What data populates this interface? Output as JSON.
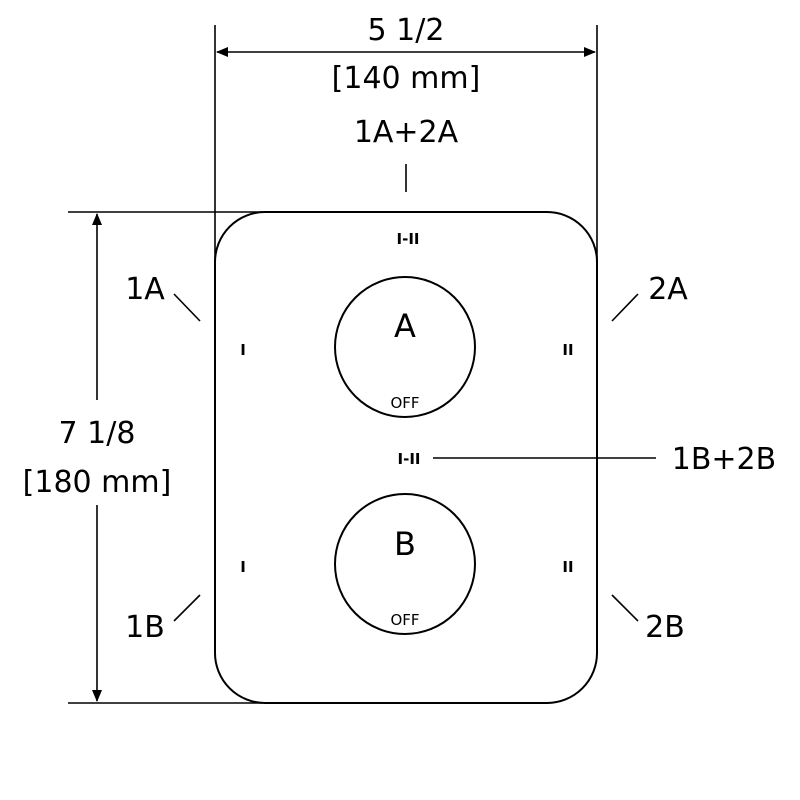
{
  "dimensions": {
    "width_label": "5 1/2",
    "width_metric": "[140 mm]",
    "height_label": "7 1/8",
    "height_metric": "[180 mm]"
  },
  "callouts": {
    "top": "1A+2A",
    "left_upper": "1A",
    "right_upper": "2A",
    "left_lower": "1B",
    "right_lower": "2B",
    "middle": "1B+2B"
  },
  "plate": {
    "top_mark": "I-II",
    "middle_mark": "I-II",
    "left_mark_upper": "I",
    "right_mark_upper": "II",
    "left_mark_lower": "I",
    "right_mark_lower": "II",
    "knob_a": {
      "letter": "A",
      "off": "OFF"
    },
    "knob_b": {
      "letter": "B",
      "off": "OFF"
    }
  }
}
